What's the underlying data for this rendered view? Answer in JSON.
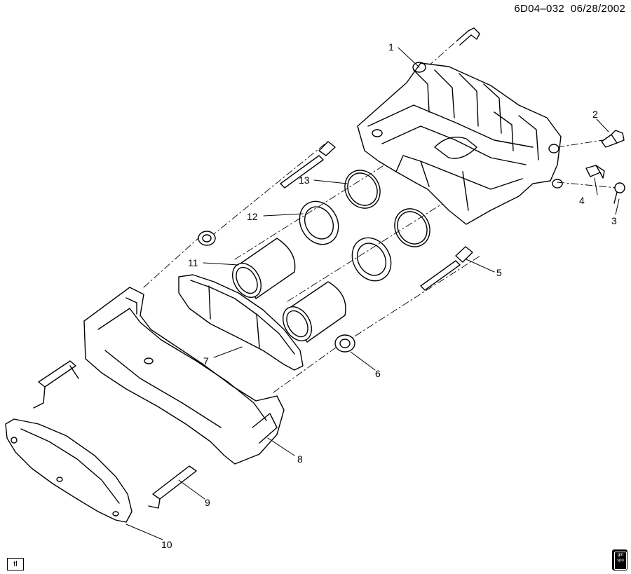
{
  "header": {
    "diagram_code": "6D04–032",
    "date": "06/28/2002"
  },
  "callouts": [
    "1",
    "2",
    "3",
    "4",
    "5",
    "6",
    "7",
    "8",
    "9",
    "10",
    "11",
    "12",
    "13"
  ],
  "footer": {
    "left_tag": "tl",
    "badge_line1": "gm",
    "badge_line2": "spo"
  }
}
